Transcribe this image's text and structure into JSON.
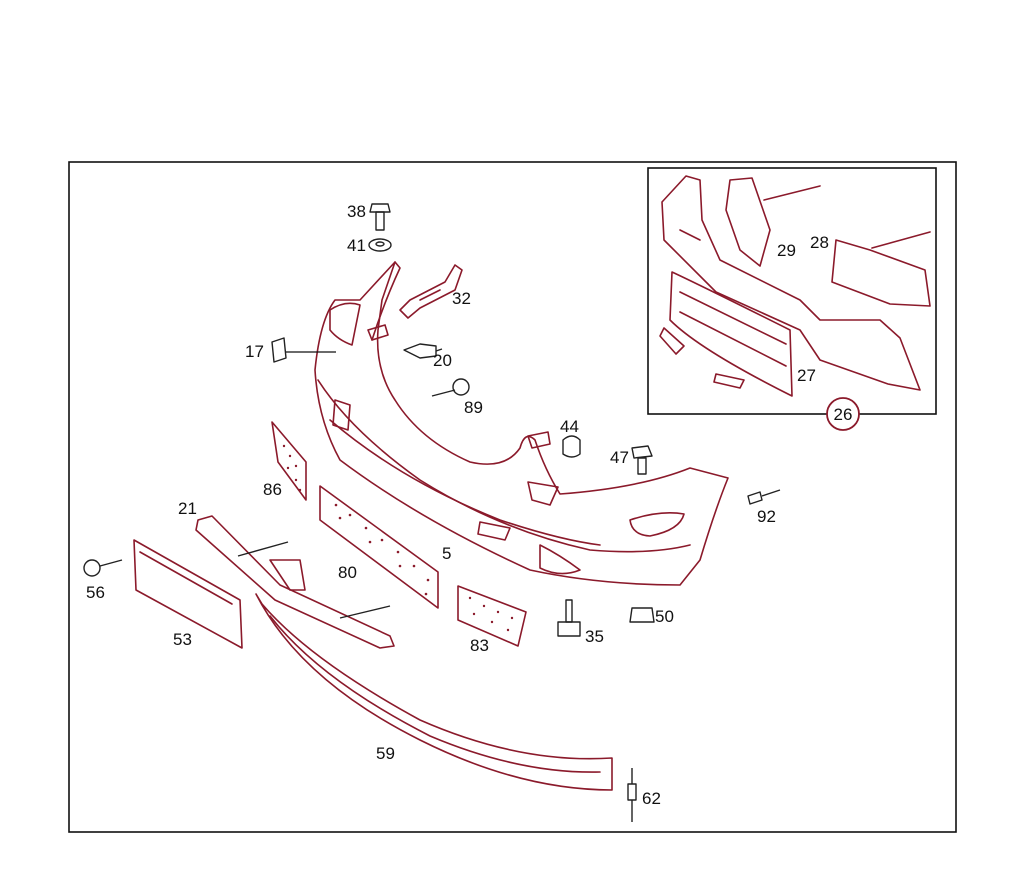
{
  "diagram": {
    "inset_label": "26",
    "labels": {
      "p38": "38",
      "p41": "41",
      "p32": "32",
      "p17": "17",
      "p20": "20",
      "p89": "89",
      "p44": "44",
      "p47": "47",
      "p92": "92",
      "p86": "86",
      "p21": "21",
      "p5": "5",
      "p80": "80",
      "p56": "56",
      "p53": "53",
      "p83": "83",
      "p35": "35",
      "p50": "50",
      "p59": "59",
      "p62": "62",
      "p29": "29",
      "p28": "28",
      "p27": "27"
    },
    "colors": {
      "line": "#8b1a2b",
      "frame": "#111111",
      "background": "#ffffff"
    }
  }
}
